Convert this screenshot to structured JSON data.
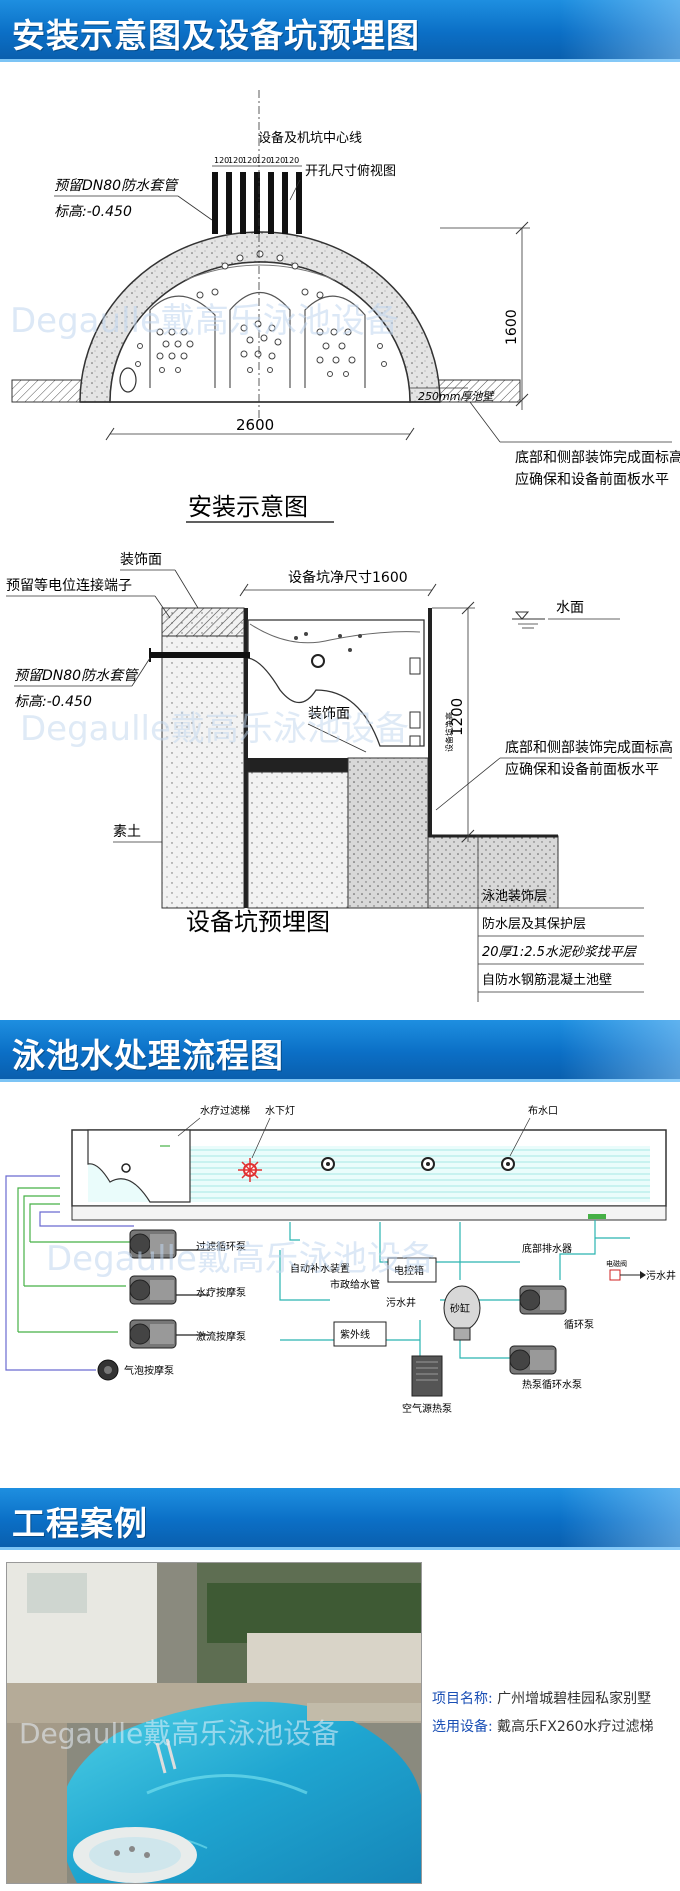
{
  "section1": {
    "title": "安装示意图及设备坑预埋图",
    "install": {
      "centerline": "设备及机坑中心线",
      "view": "开孔尺寸俯视图",
      "sleeve": "预留DN80防水套管",
      "elev": "标高:-0.450",
      "dims": [
        "120",
        "120",
        "120",
        "120",
        "120",
        "120"
      ],
      "width": "2600",
      "height": "1600",
      "wall": "250mm厚池壁",
      "note1": "底部和侧部装饰完成面标高",
      "note2": "应确保和设备前面板水平",
      "caption": "安装示意图"
    },
    "pit": {
      "deco": "装饰面",
      "terminal": "预留等电位连接端子",
      "size": "设备坑净尺寸1600",
      "water": "水面",
      "sleeve": "预留DN80防水套管",
      "elev": "标高:-0.450",
      "deco2": "装饰面",
      "depth": "1200",
      "depth_label": "设备坑净高",
      "note1": "底部和侧部装饰完成面标高",
      "note2": "应确保和设备前面板水平",
      "soil": "素土",
      "caption": "设备坑预埋图",
      "layers": [
        "泳池装饰层",
        "防水层及其保护层",
        "20厚1:2.5水泥砂浆找平层",
        "自防水钢筋混凝土池壁"
      ]
    },
    "watermark": "Degaulle戴高乐泳池设备"
  },
  "section2": {
    "title": "泳池水处理流程图",
    "labels": {
      "filter": "水疗过滤梯",
      "light": "水下灯",
      "inlet": "布水口",
      "auto": "自动补水装置",
      "city": "市政给水管",
      "elec": "电控箱",
      "drain_well": "污水井",
      "sand": "砂缸",
      "main_drain": "底部排水器",
      "valve": "电磁阀",
      "to_drain": "污水井",
      "uv": "紫外线",
      "heatpump": "空气源热泵",
      "p1": "过滤循环泵",
      "p2": "水疗按摩泵",
      "p3": "激流按摩泵",
      "p4": "气泡按摩泵",
      "p5": "循环泵",
      "p6": "热泵循环水泵"
    }
  },
  "section3": {
    "title": "工程案例",
    "project_key": "项目名称:",
    "project_val": "广州增城碧桂园私家别墅",
    "equip_key": "选用设备:",
    "equip_val": "戴高乐FX260水疗过滤梯",
    "watermark": "Degaulle戴高乐泳池设备"
  },
  "colors": {
    "banner": "#0b6fc6",
    "accent": "#1a4fb5",
    "water": "#2ab5b0"
  }
}
